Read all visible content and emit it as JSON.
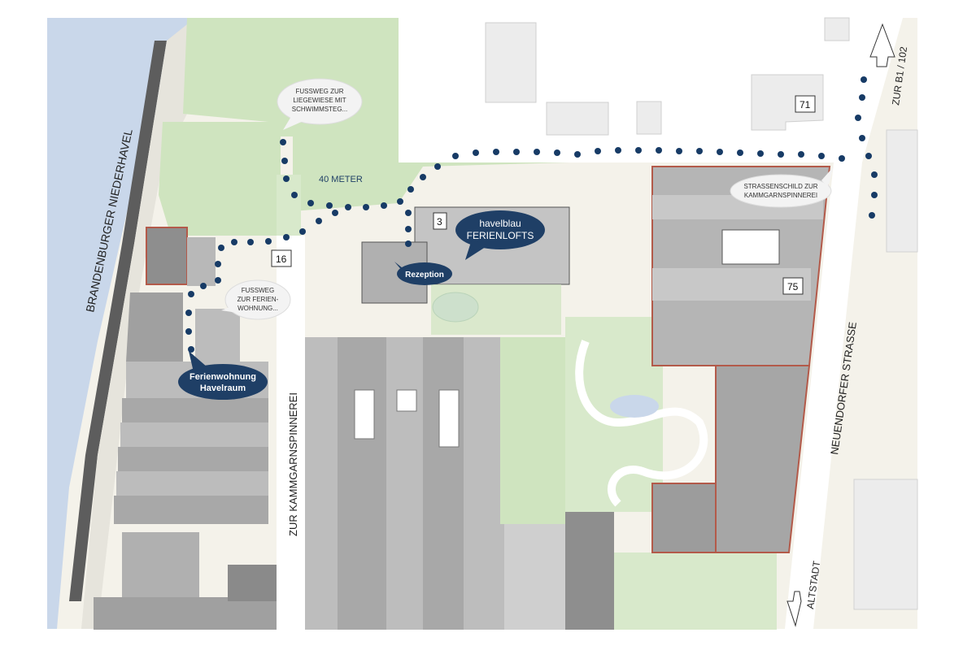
{
  "colors": {
    "water": "#c9d7ea",
    "green": "#cfe4bf",
    "green_dark": "#b7d3a4",
    "building": "#bdbdbd",
    "building_dark": "#8e8e8e",
    "building_light": "#dedede",
    "road": "#ffffff",
    "path_dot": "#173b66",
    "bubble_dark": "#1f3f66",
    "outline_red": "#b35a4a",
    "sand": "#efe9d2",
    "beige": "#f1d39a"
  },
  "labels": {
    "river": "BRANDENBURGER NIEDERHAVEL",
    "street_zur_kammgarnspinnerei": "ZUR KAMMGARNSPINNEREI",
    "street_neuendorfer": "NEUENDORFER STRASSE",
    "dir_north": "ZUR B1 / 102",
    "dir_south": "ALTSTADT",
    "distance": "40 METER"
  },
  "house_numbers": {
    "n71": "71",
    "n75": "75",
    "n16": "16",
    "n3": "3"
  },
  "bubbles": {
    "footpath_meadow": [
      "FUSSWEG ZUR",
      "LIEGEWIESE MIT",
      "SCHWIMMSTEG..."
    ],
    "footpath_apartment": [
      "FUSSWEG",
      "ZUR FERIEN-",
      "WOHNUNG..."
    ],
    "street_sign": [
      "STRASSENSCHILD ZUR",
      "KAMMGARNSPINNEREI"
    ],
    "havelblau": [
      "havelblau",
      "FERIENLOFTS"
    ],
    "rezeption": "Rezeption",
    "ferienwohnung": [
      "Ferienwohnung",
      "Havelraum"
    ]
  }
}
